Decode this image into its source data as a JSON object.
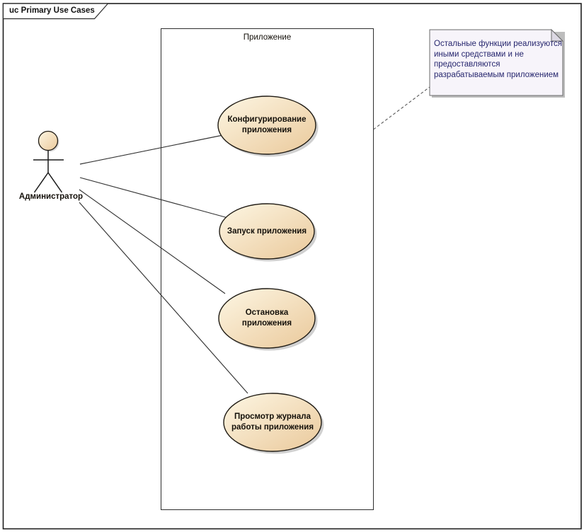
{
  "frame": {
    "label": "uc Primary Use Cases"
  },
  "boundary": {
    "title": "Приложение"
  },
  "actor": {
    "name": "Администратор"
  },
  "use_cases": [
    {
      "id": "uc1",
      "lines": [
        "Конфигурирование",
        "приложения"
      ]
    },
    {
      "id": "uc2",
      "lines": [
        "Запуск приложения"
      ]
    },
    {
      "id": "uc3",
      "lines": [
        "Остановка",
        "приложения"
      ]
    },
    {
      "id": "uc4",
      "lines": [
        "Просмотр журнала",
        "работы приложения"
      ]
    }
  ],
  "note": {
    "lines": [
      "Остальные функции реализуются",
      "иными средствами и не",
      "предоставляются",
      "разрабатываемым приложением"
    ]
  },
  "colors": {
    "usecase_fill_light": "#fdf6e3",
    "usecase_fill_dark": "#eac99b",
    "usecase_border": "#1f1b14",
    "note_background": "#f7f4fa",
    "note_fold": "#dcd8e3",
    "note_text": "#26266e",
    "line_color": "#333333",
    "shadow": "#c0c0c0"
  }
}
